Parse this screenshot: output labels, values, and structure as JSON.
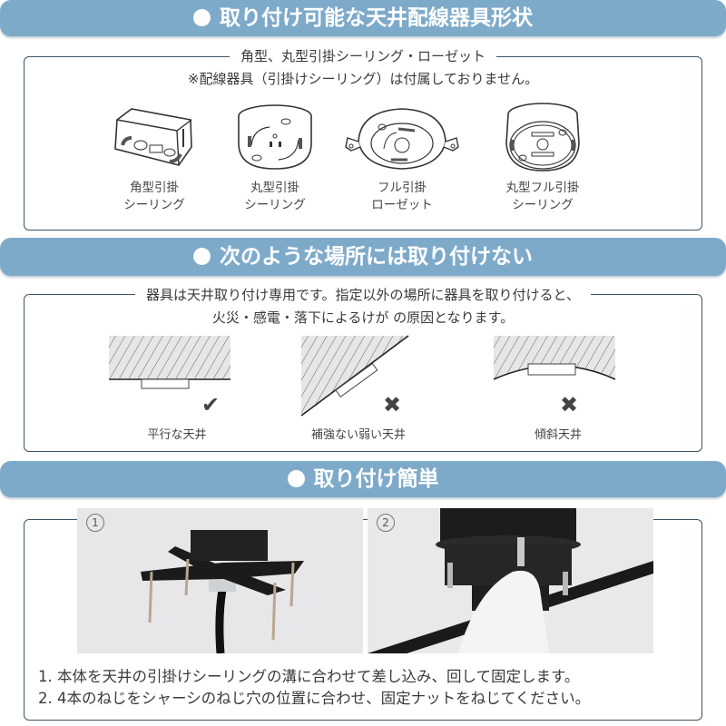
{
  "sections": [
    {
      "title": "取り付け可能な天井配線器具形状",
      "box_title_line1": "角型、丸型引掛シーリング・ローゼット",
      "box_title_line2": "※配線器具（引掛けシーリング）は付属しておりません。",
      "fixtures": [
        {
          "icon": "square-ceiling-fixture-icon",
          "line1": "角型引掛",
          "line2": "シーリング"
        },
        {
          "icon": "round-ceiling-fixture-icon",
          "line1": "丸型引掛",
          "line2": "シーリング"
        },
        {
          "icon": "full-rosette-fixture-icon",
          "line1": "フル引掛",
          "line2": "ローゼット"
        },
        {
          "icon": "round-full-ceiling-fixture-icon",
          "line1": "丸型フル引掛",
          "line2": "シーリング"
        }
      ]
    },
    {
      "title": "次のような場所には取り付けない",
      "box_title_line1": "器具は天井取り付け専用です。指定以外の場所に器具を取り付けると、",
      "box_title_line2": "火災・感電・落下によるけが の原因となります。",
      "ceilings": [
        {
          "label": "平行な天井",
          "mark": "✔",
          "status": "ok"
        },
        {
          "label": "補強ない弱い天井",
          "mark": "✖",
          "status": "ng"
        },
        {
          "label": "傾斜天井",
          "mark": "✖",
          "status": "ng"
        }
      ]
    },
    {
      "title": "取り付け簡単",
      "photos": [
        {
          "number": "1",
          "description": "mounting-bracket-photo"
        },
        {
          "number": "2",
          "description": "attaching-body-photo"
        }
      ],
      "steps": [
        "1. 本体を天井の引掛けシーリングの溝に合わせて差し込み、回して固定します。",
        "2. 4本のねじをシャーシのねじ穴の位置に合わせ、固定ナットをねじてください。"
      ]
    }
  ],
  "colors": {
    "banner": "#7eaaca",
    "border": "#3f5565",
    "text": "#3a3a3a"
  }
}
